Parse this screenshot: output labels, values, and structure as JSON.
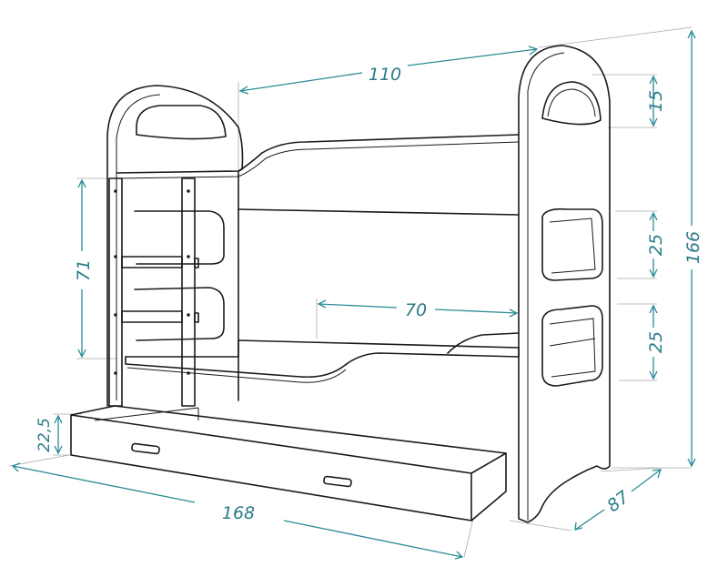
{
  "colors": {
    "outline": "#1a1a1a",
    "dimension": "#2a8b96",
    "extension": "#aaaaaa",
    "background": "#ffffff"
  },
  "dimensions": {
    "top_width": "110",
    "post_arc": "15",
    "total_height": "166",
    "ladder_height": "71",
    "window_upper": "25",
    "window_lower": "25",
    "inner_length": "70",
    "drawer_height": "22,5",
    "total_length": "168",
    "depth": "87"
  }
}
